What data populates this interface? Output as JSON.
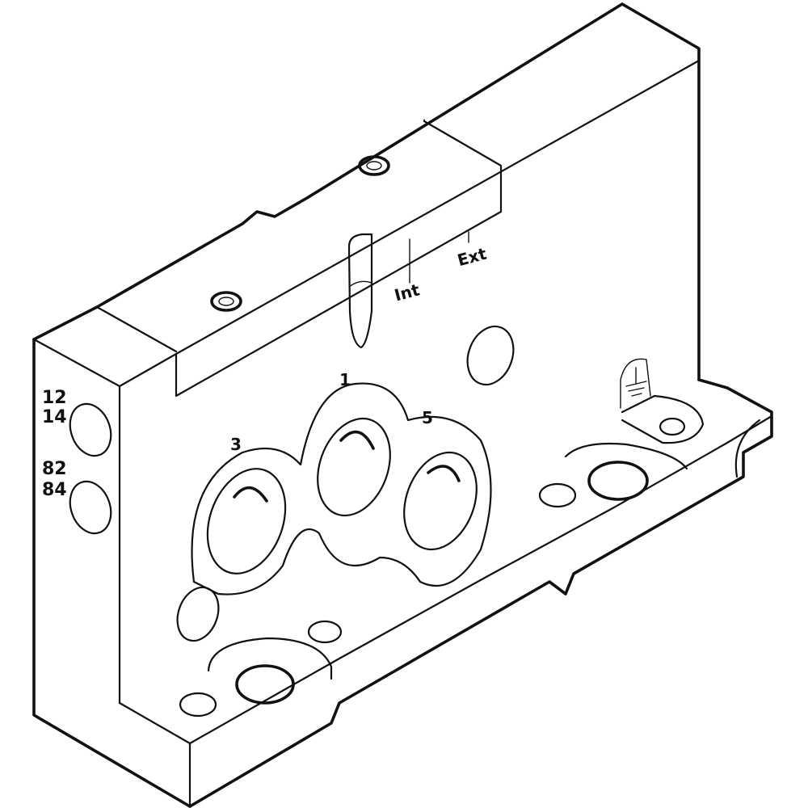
{
  "labels": {
    "side_port_upper_a": "12",
    "side_port_upper_b": "14",
    "side_port_lower_a": "82",
    "side_port_lower_b": "84",
    "port_1": "1",
    "port_3": "3",
    "port_5": "5",
    "switch_int": "Int",
    "switch_ext": "Ext"
  },
  "icons": [
    "ground-icon",
    "screw-icon"
  ],
  "colors": {
    "line": "#111111",
    "background": "#ffffff"
  }
}
